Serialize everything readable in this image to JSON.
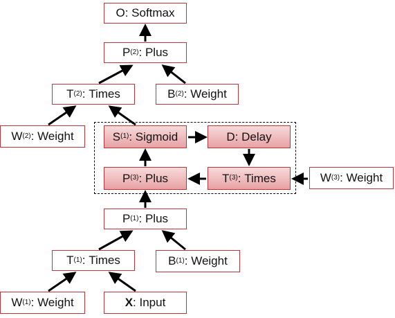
{
  "diagram": {
    "type": "computation-graph",
    "style": {
      "node_border": "#b8353b",
      "recurrent_fill_top": "#f8dada",
      "recurrent_fill_bottom": "#e7a2a4",
      "arrow_color": "#000000"
    },
    "nodes": [
      {
        "id": "O",
        "name": "O",
        "sup": "",
        "op": "Softmax",
        "bold": false,
        "shaded": false
      },
      {
        "id": "P2",
        "name": "P",
        "sup": "(2)",
        "op": "Plus",
        "bold": false,
        "shaded": false
      },
      {
        "id": "T2",
        "name": "T",
        "sup": "(2)",
        "op": "Times",
        "bold": false,
        "shaded": false
      },
      {
        "id": "B2",
        "name": "B",
        "sup": "(2)",
        "op": "Weight",
        "bold": false,
        "shaded": false
      },
      {
        "id": "W2",
        "name": "W",
        "sup": "(2)",
        "op": "Weight",
        "bold": false,
        "shaded": false
      },
      {
        "id": "S1",
        "name": "S",
        "sup": "(1)",
        "op": "Sigmoid",
        "bold": false,
        "shaded": true
      },
      {
        "id": "D",
        "name": "D",
        "sup": "",
        "op": "Delay",
        "bold": false,
        "shaded": true
      },
      {
        "id": "P3",
        "name": "P",
        "sup": "(3)",
        "op": "Plus",
        "bold": false,
        "shaded": true
      },
      {
        "id": "T3",
        "name": "T",
        "sup": "(3)",
        "op": "Times",
        "bold": false,
        "shaded": true
      },
      {
        "id": "W3",
        "name": "W",
        "sup": "(3)",
        "op": "Weight",
        "bold": false,
        "shaded": false
      },
      {
        "id": "P1",
        "name": "P",
        "sup": "(1)",
        "op": "Plus",
        "bold": false,
        "shaded": false
      },
      {
        "id": "T1",
        "name": "T",
        "sup": "(1)",
        "op": "Times",
        "bold": false,
        "shaded": false
      },
      {
        "id": "B1",
        "name": "B",
        "sup": "(1)",
        "op": "Weight",
        "bold": false,
        "shaded": false
      },
      {
        "id": "W1",
        "name": "W",
        "sup": "(1)",
        "op": "Weight",
        "bold": false,
        "shaded": false
      },
      {
        "id": "X",
        "name": "X",
        "sup": "",
        "op": "Input",
        "bold": true,
        "shaded": false
      }
    ],
    "edges": [
      {
        "from": "P2",
        "to": "O"
      },
      {
        "from": "T2",
        "to": "P2"
      },
      {
        "from": "B2",
        "to": "P2"
      },
      {
        "from": "W2",
        "to": "T2"
      },
      {
        "from": "S1",
        "to": "T2"
      },
      {
        "from": "S1",
        "to": "D"
      },
      {
        "from": "D",
        "to": "T3"
      },
      {
        "from": "T3",
        "to": "P3"
      },
      {
        "from": "W3",
        "to": "T3"
      },
      {
        "from": "P3",
        "to": "S1"
      },
      {
        "from": "P1",
        "to": "P3"
      },
      {
        "from": "T1",
        "to": "P1"
      },
      {
        "from": "B1",
        "to": "P1"
      },
      {
        "from": "W1",
        "to": "T1"
      },
      {
        "from": "X",
        "to": "T1"
      }
    ]
  }
}
